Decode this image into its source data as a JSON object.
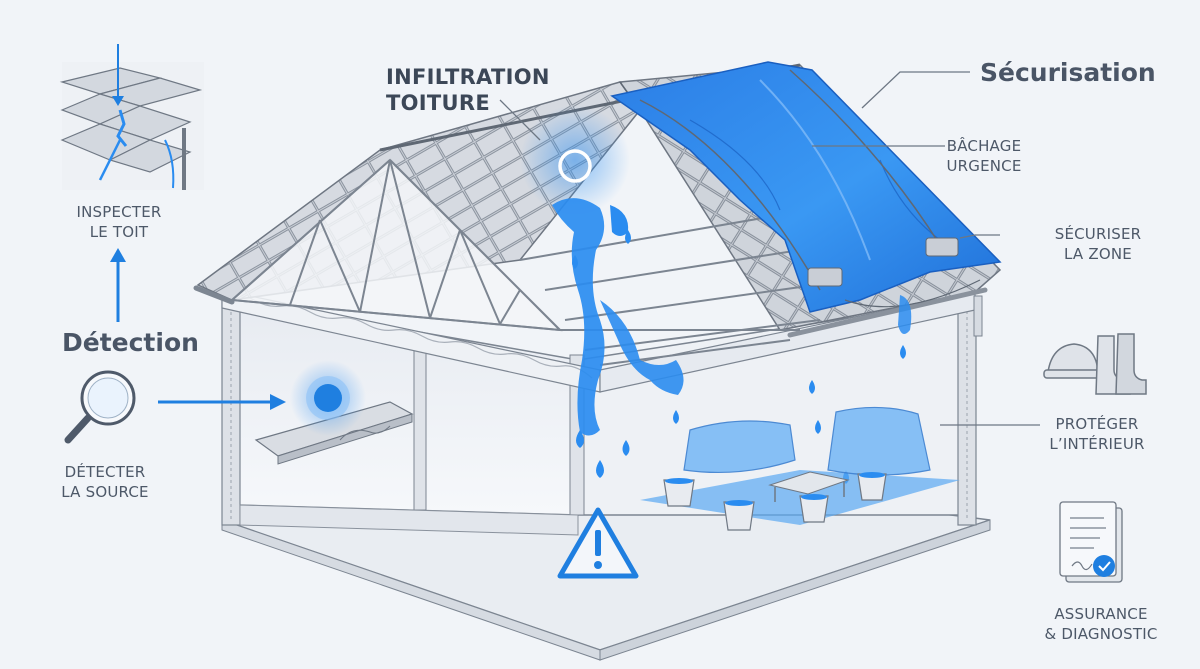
{
  "headings": {
    "detection": "Détection",
    "securisation": "Sécurisation"
  },
  "callout": {
    "line1": "INFILTRATION",
    "line2": "TOITURE"
  },
  "steps": {
    "inspecter": {
      "line1": "INSPECTER",
      "line2": "LE TOIT"
    },
    "detecter": {
      "line1": "DÉTECTER",
      "line2": "LA SOURCE"
    },
    "bachage": {
      "line1": "BÂCHAGE",
      "line2": "URGENCE"
    },
    "securiser": {
      "line1": "SÉCURISER",
      "line2": "LA ZONE"
    },
    "proteger": {
      "line1": "PROTÉGER",
      "line2": "L’INTÉRIEUR"
    },
    "assurance": {
      "line1": "ASSURANCE",
      "line2": "& DIAGNOSTIC"
    }
  },
  "icons": {
    "inspect": "roof-tiles-icon",
    "detect": "magnifier-icon",
    "warning": "warning-triangle-icon",
    "protection": "helmet-boots-icon",
    "insurance": "certificate-document-icon"
  },
  "colors": {
    "accent": "#1f7fe0",
    "tarp": "#2f8ff0",
    "water": "#2a8cf0",
    "line": "#6d7784",
    "background": "#f1f4f8"
  }
}
